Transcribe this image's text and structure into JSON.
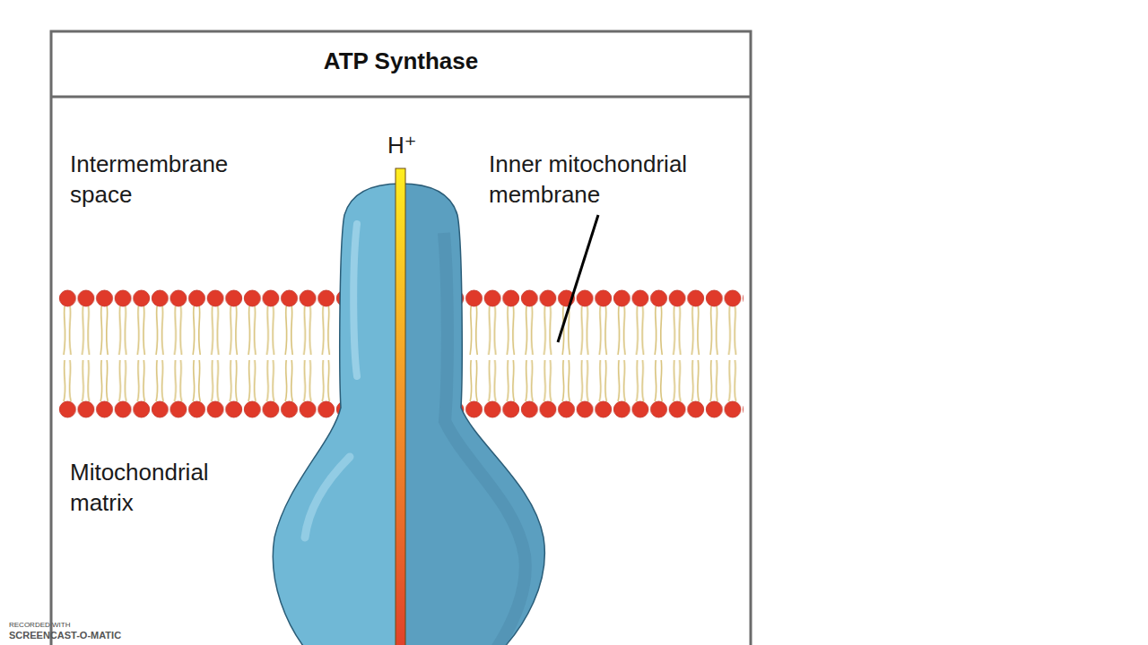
{
  "diagram": {
    "title": "ATP Synthase",
    "labels": [
      "H⁺",
      "Intermembrane space",
      "Inner mitochondrial membrane",
      "Mitochondrial matrix",
      "RECORDED WITH",
      "SCREENCAST-O-MATIC"
    ]
  }
}
